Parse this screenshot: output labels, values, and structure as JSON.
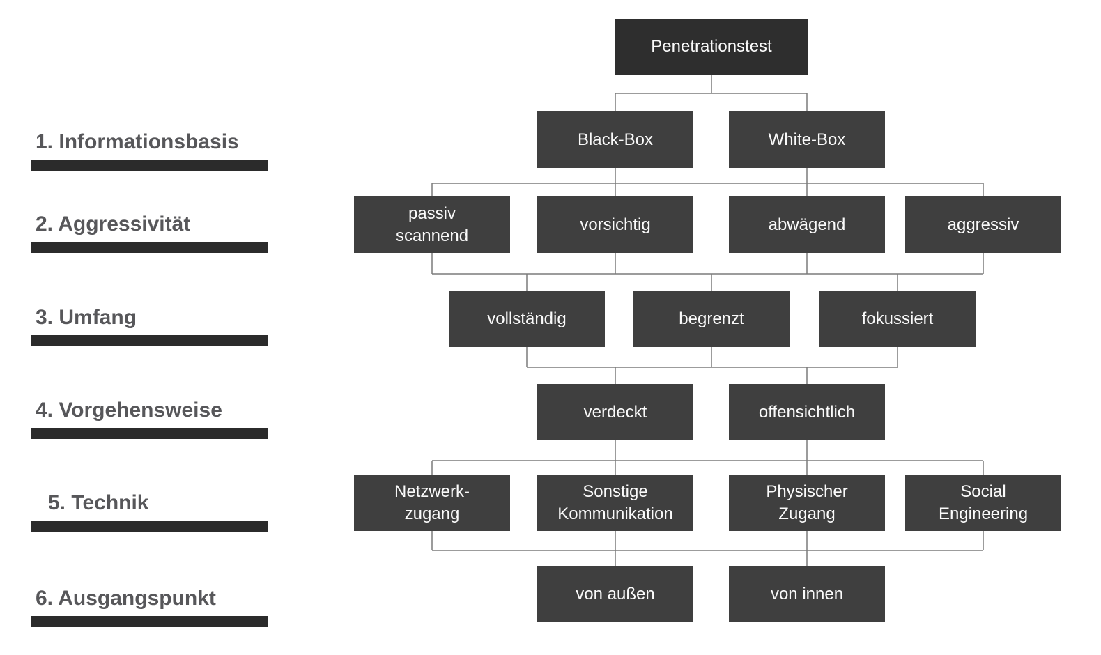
{
  "title": "Penetrationstest",
  "criteria": [
    {
      "label": "1. Informationsbasis"
    },
    {
      "label": "2. Aggressivität"
    },
    {
      "label": "3. Umfang"
    },
    {
      "label": "4. Vorgehensweise"
    },
    {
      "label": "5. Technik"
    },
    {
      "label": "6. Ausgangspunkt"
    }
  ],
  "tree": {
    "root": {
      "label": "Penetrationstest"
    },
    "levels": [
      {
        "criterion": "1. Informationsbasis",
        "nodes": [
          {
            "label": "Black-Box"
          },
          {
            "label": "White-Box"
          }
        ]
      },
      {
        "criterion": "2. Aggressivität",
        "nodes": [
          {
            "label": "passiv\nscannend"
          },
          {
            "label": "vorsichtig"
          },
          {
            "label": "abwägend"
          },
          {
            "label": "aggressiv"
          }
        ]
      },
      {
        "criterion": "3. Umfang",
        "nodes": [
          {
            "label": "vollständig"
          },
          {
            "label": "begrenzt"
          },
          {
            "label": "fokussiert"
          }
        ]
      },
      {
        "criterion": "4. Vorgehensweise",
        "nodes": [
          {
            "label": "verdeckt"
          },
          {
            "label": "offensichtlich"
          }
        ]
      },
      {
        "criterion": "5. Technik",
        "nodes": [
          {
            "label": "Netzwerk-\nzugang"
          },
          {
            "label": "Sonstige\nKommunikation"
          },
          {
            "label": "Physischer\nZugang"
          },
          {
            "label": "Social\nEngineering"
          }
        ]
      },
      {
        "criterion": "6. Ausgangspunkt",
        "nodes": [
          {
            "label": "von außen"
          },
          {
            "label": "von innen"
          }
        ]
      }
    ]
  },
  "colors": {
    "background": "#ffffff",
    "node_bg": "#3f3f3f",
    "root_node_bg": "#2e2e2e",
    "node_text": "#fafafa",
    "criterion_text": "#57575a",
    "underline_bar": "#2b2b2b",
    "connector": "#7b7b7b"
  }
}
